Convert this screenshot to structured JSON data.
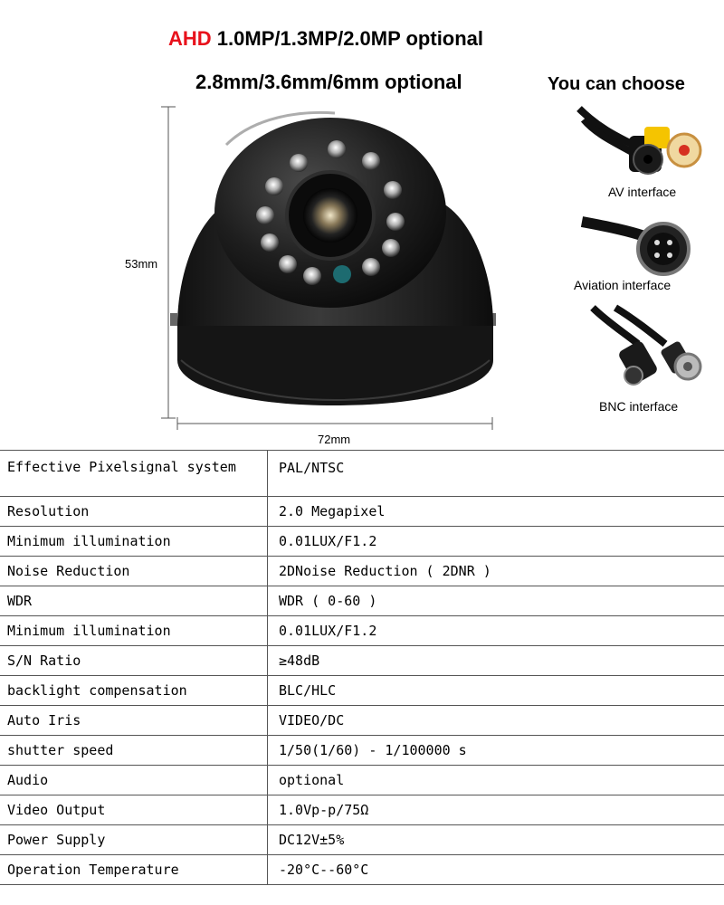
{
  "header": {
    "brand_word": "AHD",
    "resolution_line": "1.0MP/1.3MP/2.0MP optional",
    "lens_line": "2.8mm/3.6mm/6mm optional",
    "choose_title": "You can choose"
  },
  "dimensions": {
    "height_label": "53mm",
    "width_label": "72mm"
  },
  "interfaces": [
    {
      "label": "AV interface",
      "icon": "rca-cable-icon"
    },
    {
      "label": "Aviation interface",
      "icon": "aviation-connector-icon"
    },
    {
      "label": "BNC interface",
      "icon": "bnc-connector-icon"
    }
  ],
  "specs": [
    {
      "key": "Effective Pixelsignal system",
      "value": "PAL/NTSC"
    },
    {
      "key": "Resolution",
      "value": "2.0 Megapixel"
    },
    {
      "key": "Minimum illumination",
      "value": "0.01LUX/F1.2"
    },
    {
      "key": "Noise Reduction",
      "value": "2DNoise Reduction ( 2DNR )"
    },
    {
      "key": "WDR",
      "value": "WDR ( 0-60 )"
    },
    {
      "key": "Minimum illumination",
      "value": "0.01LUX/F1.2"
    },
    {
      "key": "S/N Ratio",
      "value": "≥48dB"
    },
    {
      "key": "backlight compensation",
      "value": "BLC/HLC"
    },
    {
      "key": "Auto Iris",
      "value": "VIDEO/DC"
    },
    {
      "key": "shutter speed",
      "value": "1/50(1/60) - 1/100000 s"
    },
    {
      "key": "Audio",
      "value": "optional"
    },
    {
      "key": "Video Output",
      "value": "1.0Vp-p/75Ω"
    },
    {
      "key": "Power Supply",
      "value": "DC12V±5%"
    },
    {
      "key": "Operation Temperature",
      "value": "-20°C--60°C"
    }
  ],
  "colors": {
    "brand_red": "#e8111b",
    "camera_body": "#1b1b1b",
    "table_border": "#555555"
  }
}
